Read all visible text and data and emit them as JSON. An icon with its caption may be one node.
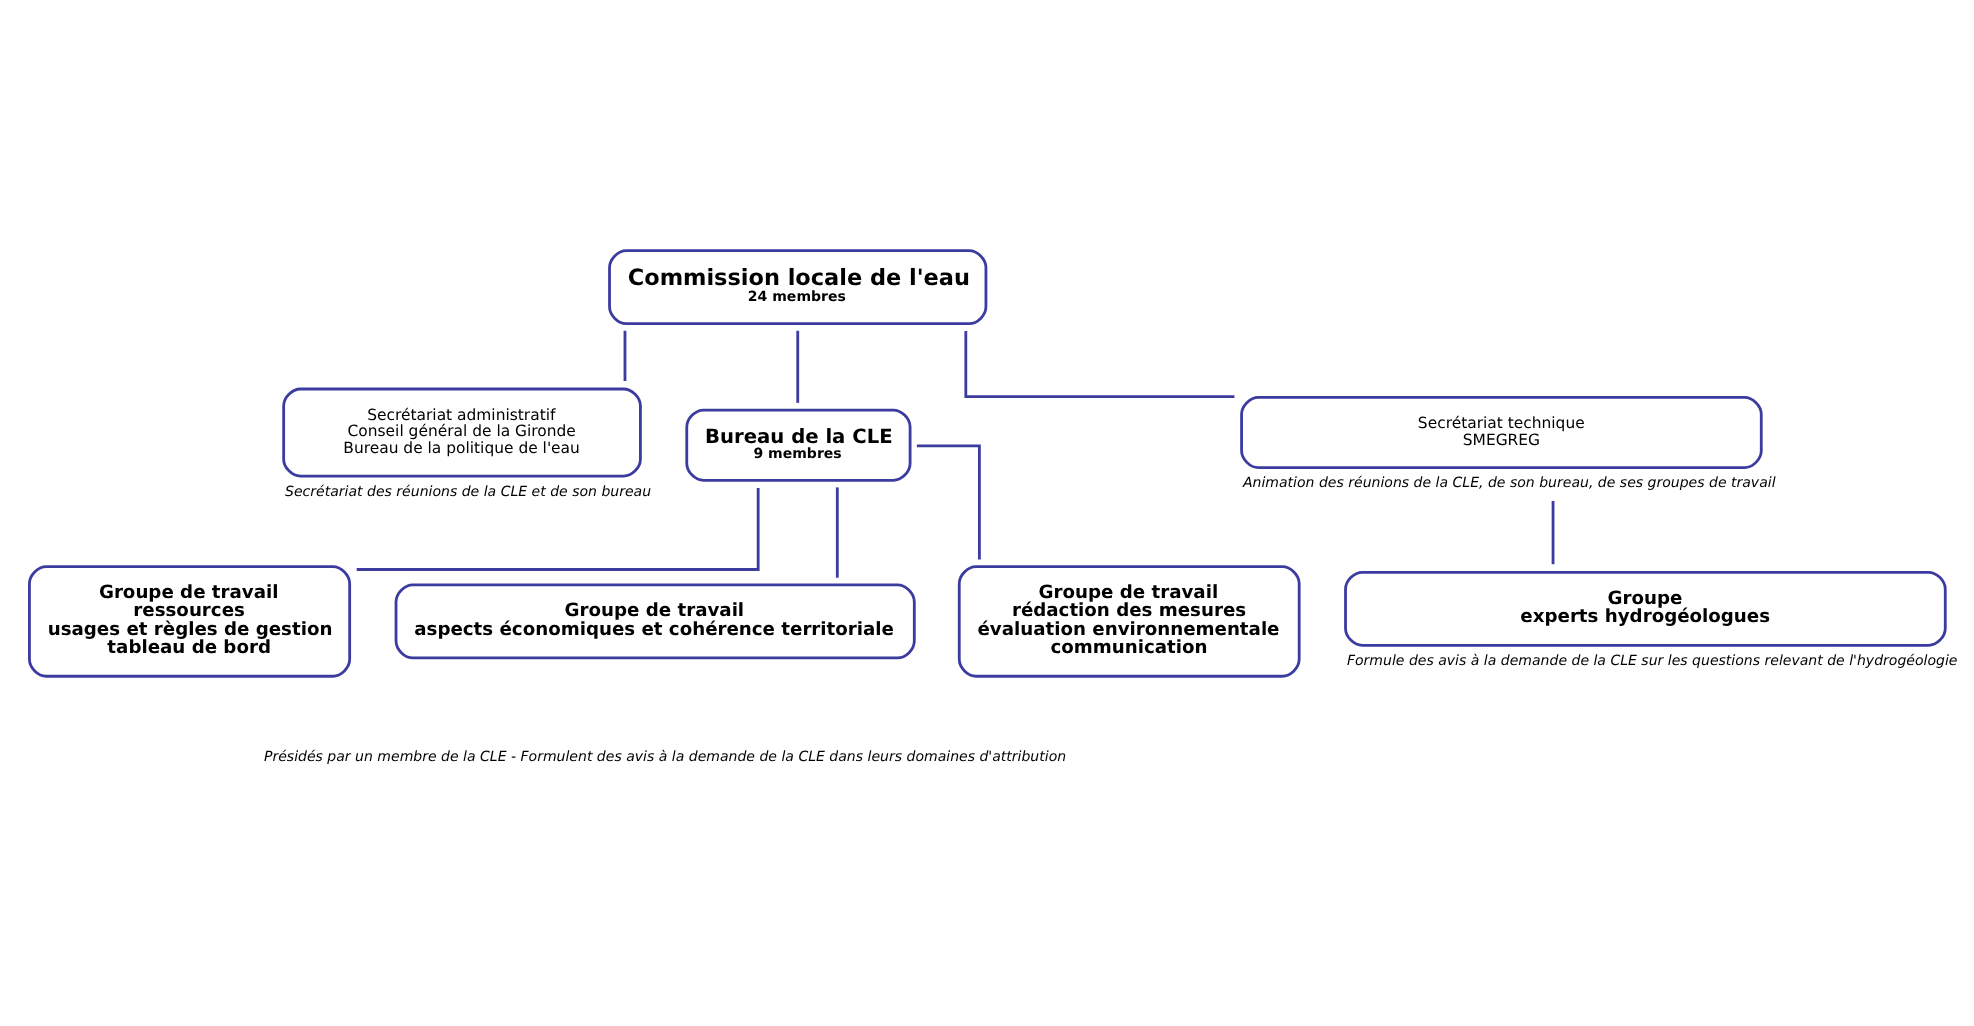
{
  "diagram": {
    "nodes": [
      {
        "text": [
          "Commission locale de l'eau",
          "24 membres"
        ]
      },
      {
        "text": [
          "Secrétariat administratif",
          "Conseil général de la Gironde",
          "Bureau de la politique de l'eau"
        ],
        "beside": [
          "Secrétariat des réunions de la CLE et de son bureau"
        ]
      },
      {
        "text": [
          "Bureau de la CLE",
          "9 membres"
        ]
      },
      {
        "text": [
          "Secrétariat technique",
          "SMEGREG"
        ],
        "beside": [
          "Animation des réunions de la CLE, de son bureau, de ses groupes de travail"
        ]
      },
      {
        "text": [
          "Groupe de travail",
          "ressources",
          "usages et règles de gestion",
          "tableau de bord"
        ]
      },
      {
        "text": [
          "Groupe de travail",
          "aspects économiques et cohérence territoriale"
        ]
      },
      {
        "text": [
          "Groupe de travail",
          "rédaction des mesures",
          "évaluation environnementale",
          "communication"
        ]
      },
      {
        "text": [
          "Groupe",
          "experts hydrogéologues"
        ],
        "beside": [
          "Formule des avis à la demande de la CLE sur les questions relevant de l'hydrogéologie"
        ]
      }
    ],
    "edges": [
      {
        "from": 0,
        "to": 1,
        "arrow": "none"
      },
      {
        "from": 0,
        "to": 2,
        "arrow": "none"
      },
      {
        "from": 0,
        "to": 3,
        "arrow": "none"
      },
      {
        "from": 2,
        "to": 4,
        "arrow": "none"
      },
      {
        "from": 2,
        "to": 5,
        "arrow": "none"
      },
      {
        "from": 2,
        "to": 6,
        "arrow": "none"
      },
      {
        "from": 3,
        "to": 7,
        "arrow": "none"
      }
    ],
    "labels": [
      "Présidés par un membre de la CLE - Formulent des avis à la demande de la CLE dans leurs domaines d'attribution"
    ]
  }
}
